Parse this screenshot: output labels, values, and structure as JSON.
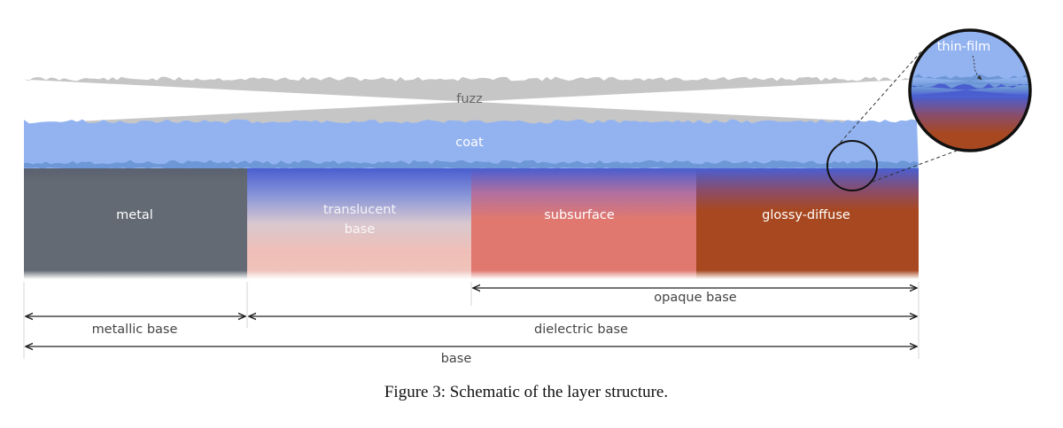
{
  "layers": {
    "fuzz": "fuzz",
    "coat": "coat"
  },
  "base_segments": [
    {
      "id": "metal",
      "label": "metal"
    },
    {
      "id": "translucent",
      "label_line1": "translucent",
      "label_line2": "base"
    },
    {
      "id": "subsurface",
      "label": "subsurface"
    },
    {
      "id": "glossy",
      "label": "glossy-diffuse"
    }
  ],
  "spans": {
    "opaque_base": "opaque base",
    "metallic_base": "metallic base",
    "dielectric_base": "dielectric base",
    "base": "base"
  },
  "zoom": {
    "label": "thin-film"
  },
  "caption": "Figure 3: Schematic of the layer structure.",
  "colors": {
    "fuzz": "#c6c6c6",
    "coat": "#93b3f0",
    "coat_edge": "#6d97d6",
    "metal": "#636a73",
    "translucent": "#efbfb7",
    "subsurface": "#e07870",
    "glossy": "#a84820",
    "film_blue": "#4a5ed0"
  }
}
